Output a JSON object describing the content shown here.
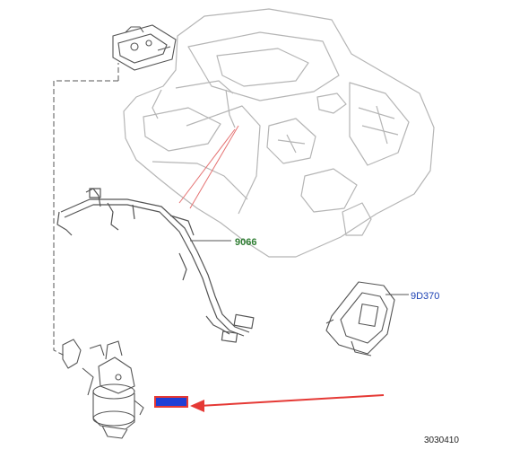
{
  "callouts": {
    "harness": "9066",
    "module": "9D370"
  },
  "figure_number": "3030410",
  "highlight": {
    "text": "",
    "fill_color": "#1f3fd6",
    "border_color": "#e53935"
  },
  "colors": {
    "line_art": "#b5b5b5",
    "dark_line_art": "#555555",
    "green_label": "#2e7d32",
    "blue_label": "#1a3fb3",
    "red_arrow": "#e53935",
    "guide_lines": "#e57373"
  }
}
